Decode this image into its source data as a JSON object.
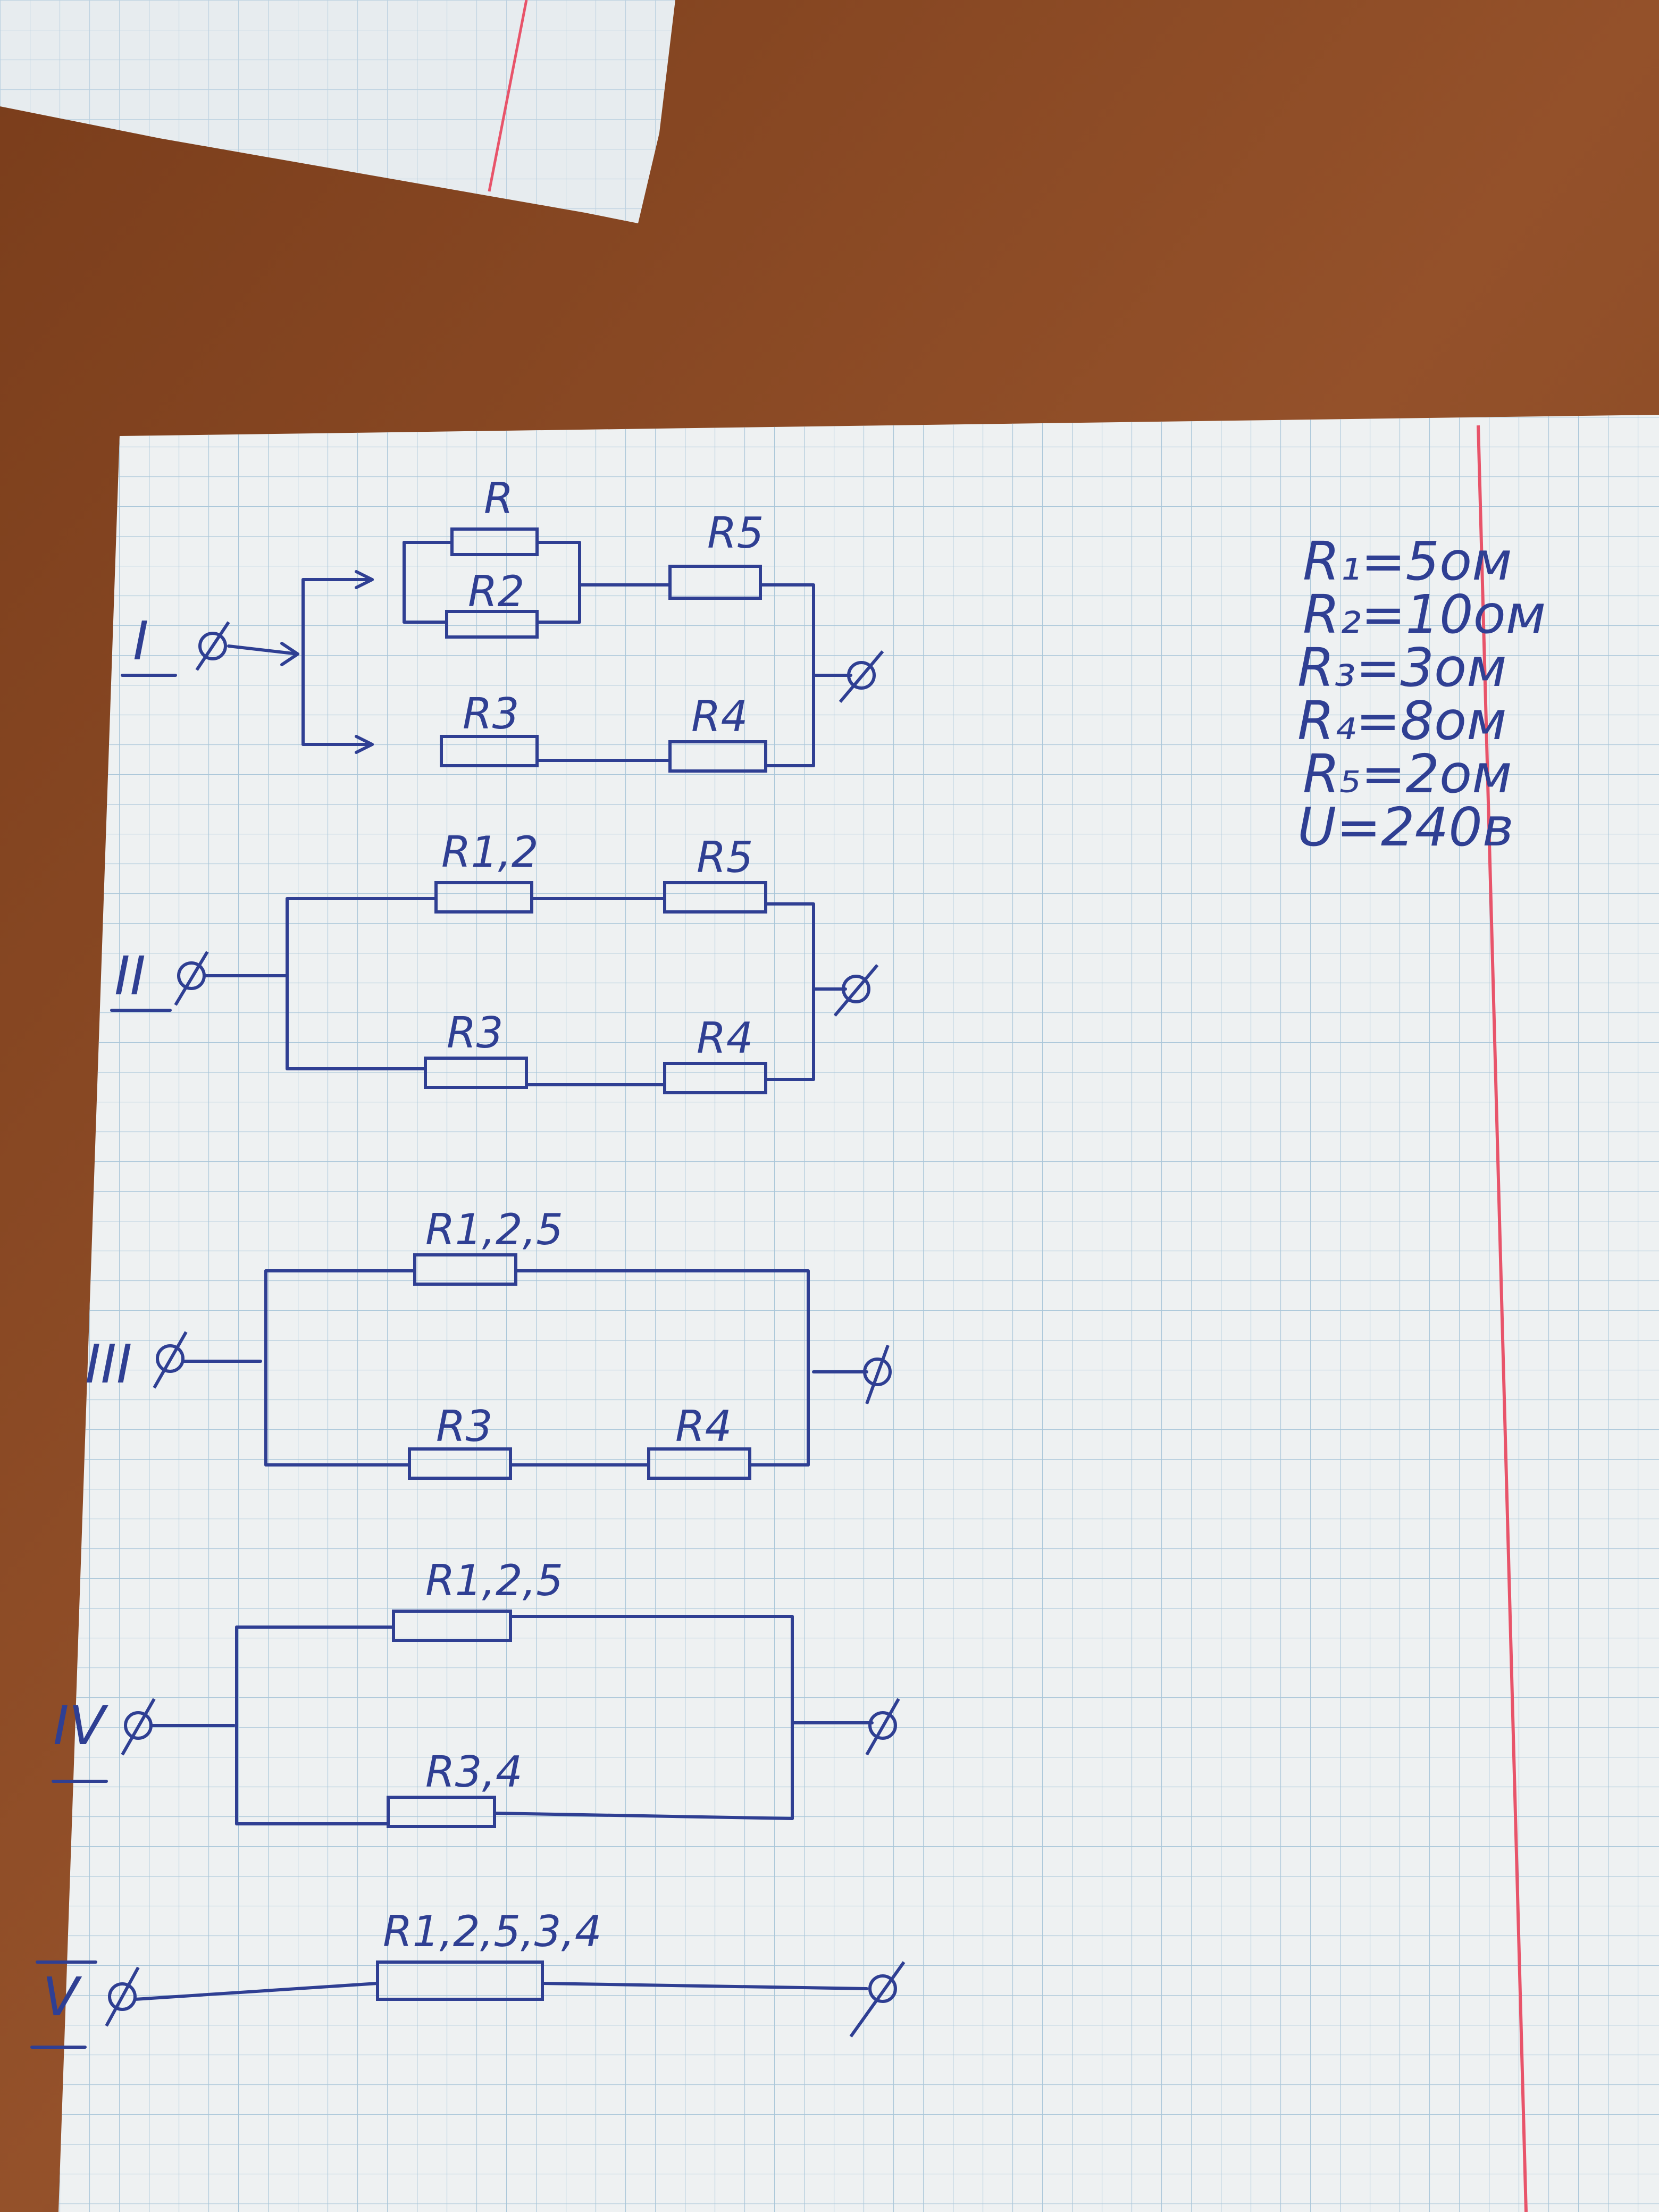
{
  "colors": {
    "desk": "#8a4a23",
    "paper": "#eef1f2",
    "grid": "#a9c6d9",
    "ink": "#2f3f93",
    "margin_line": "#e8546a"
  },
  "given": {
    "lines": [
      "R₁=5ом",
      "R₂=10ом",
      "R₃=3ом",
      "R₄=8ом",
      "R₅=2ом",
      "U=240в"
    ]
  },
  "diagrams": [
    {
      "step": "I",
      "labels": [
        "R",
        "R2",
        "R5",
        "R3",
        "R4"
      ]
    },
    {
      "step": "II",
      "labels": [
        "R1,2",
        "R5",
        "R3",
        "R4"
      ]
    },
    {
      "step": "III",
      "labels": [
        "R1,2,5",
        "R3",
        "R4"
      ]
    },
    {
      "step": "IV",
      "labels": [
        "R1,2,5",
        "R3,4"
      ]
    },
    {
      "step": "V",
      "labels": [
        "R1,2,5,3,4"
      ]
    }
  ]
}
